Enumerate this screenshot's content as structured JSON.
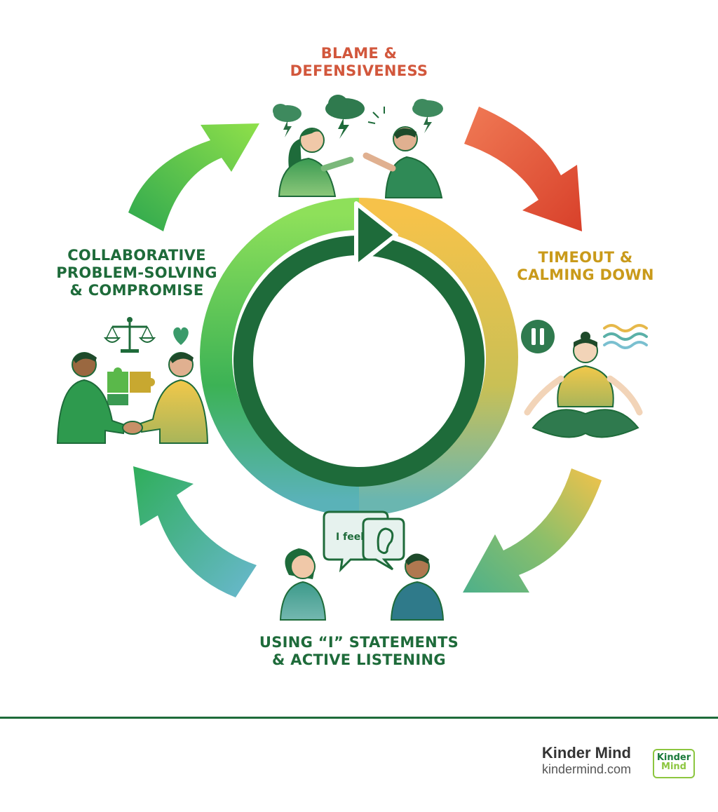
{
  "stages": {
    "blame": {
      "line1": "BLAME &",
      "line2": "DEFENSIVENESS",
      "color": "#d2573c"
    },
    "timeout": {
      "line1": "TIMEOUT &",
      "line2": "CALMING DOWN",
      "color": "#c99a1a"
    },
    "istatements": {
      "line1": "USING “I” STATEMENTS",
      "line2": "& ACTIVE LISTENING",
      "color": "#1e6b3a"
    },
    "collab": {
      "line1": "COLLABORATIVE",
      "line2": "PROBLEM-SOLVING",
      "line3": "& COMPROMISE",
      "color": "#1e6b3a"
    }
  },
  "speech_bubble": {
    "text": "I feel..."
  },
  "brand": {
    "name": "Kinder Mind",
    "url": "kindermind.com",
    "logo_line1": "Kinder",
    "logo_line2": "Mind"
  },
  "colors": {
    "dark_green": "#1e6b3a",
    "green": "#4fbf56",
    "red": "#e05a3c",
    "gold": "#f1c14a",
    "teal": "#5aaec0"
  }
}
